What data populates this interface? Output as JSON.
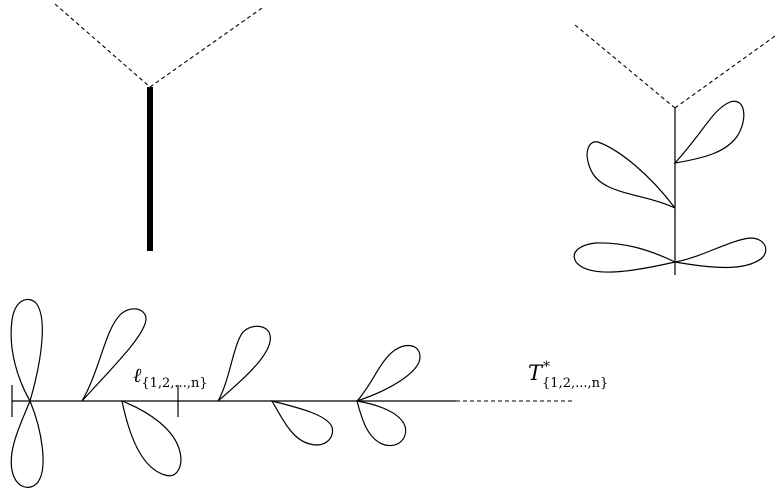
{
  "labels": {
    "ell_main": "ℓ",
    "ell_sub": "{1,2,...,n}",
    "T_main": "T",
    "T_sup": "*",
    "T_sub": "{1,2,...,n}"
  }
}
